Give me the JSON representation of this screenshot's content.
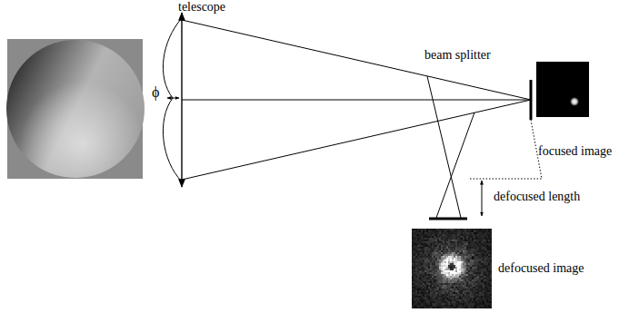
{
  "diagram": {
    "nodes": [
      {
        "text": [
          "focused image"
        ]
      },
      {
        "text": [
          "defocused image"
        ]
      }
    ],
    "labels": [
      "telescope",
      "ϕ",
      "beam splitter",
      "defocused length"
    ]
  }
}
